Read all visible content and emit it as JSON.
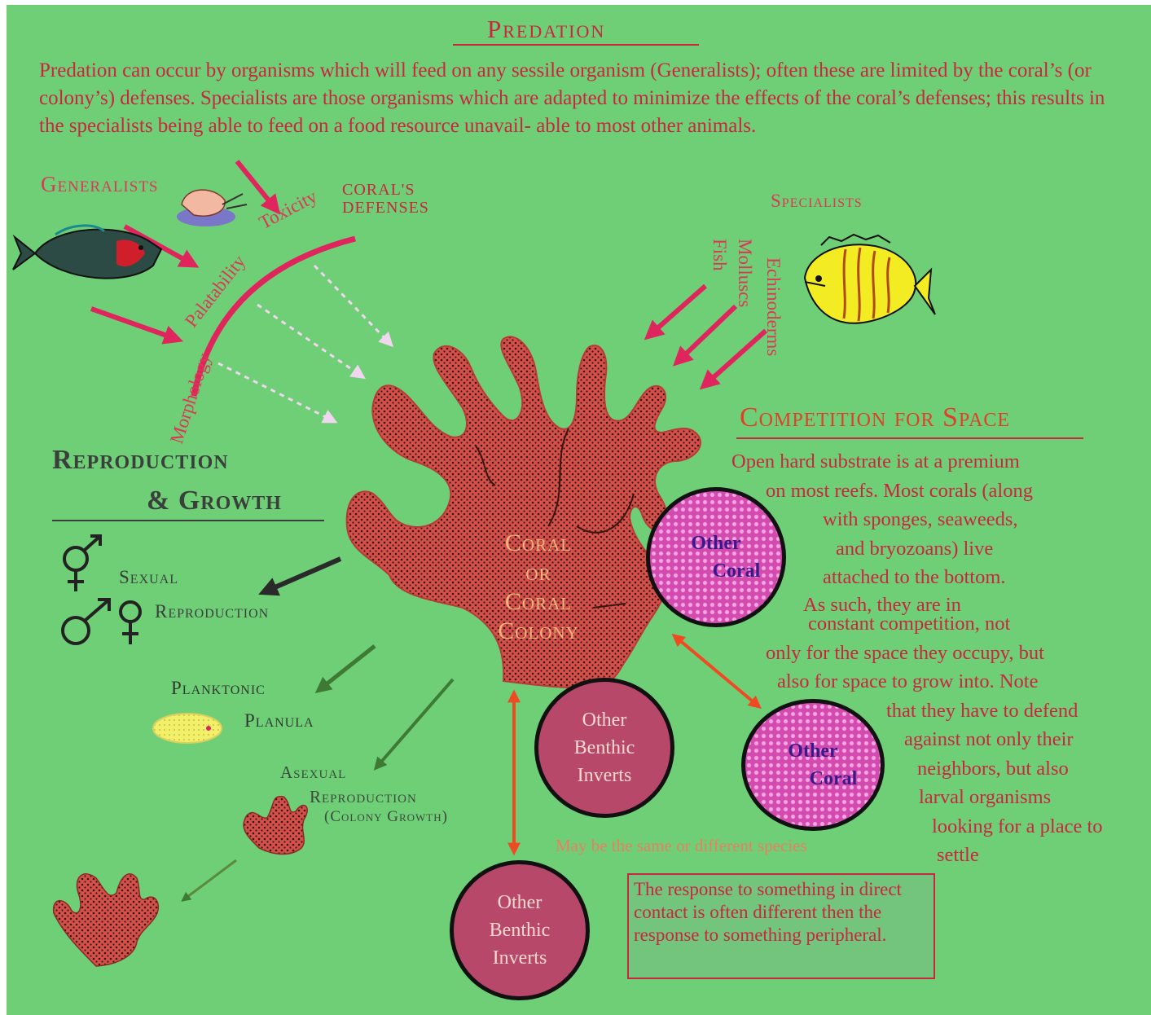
{
  "title": "Predation",
  "intro": "Predation can occur by organisms which will feed on any sessile organism (Generalists); often these are limited by the coral’s (or colony’s) defenses. Specialists are those organisms which are adapted to minimize the effects of the coral’s defenses; this results in the specialists being able to feed on a food resource unavail- able to most other animals.",
  "generalists": "Generalists",
  "defenses": {
    "label_line1": "CORAL'S",
    "label_line2": "DEFENSES",
    "toxicity": "Toxicity",
    "palatability": "Palatability",
    "morphology": "Morphology"
  },
  "specialists": {
    "label": "Specialists",
    "groups": [
      "Fish",
      "Molluscs",
      "Echinoderms"
    ]
  },
  "center": {
    "line1": "Coral",
    "line2": "or",
    "line3": "Coral",
    "line4": "Colony"
  },
  "reproduction": {
    "heading_line1": "Reproduction",
    "heading_line2": "& Growth",
    "sexual_line1": "Sexual",
    "sexual_line2": "Reproduction",
    "planktonic_line1": "Planktonic",
    "planktonic_line2": "Planula",
    "asexual_line1": "Asexual",
    "asexual_line2": "Reproduction",
    "asexual_line3": "(Colony Growth)"
  },
  "competition": {
    "heading": "Competition for Space",
    "lines": [
      "Open hard substrate is at a  premium",
      "on  most reefs. Most  corals (along",
      "with sponges, seaweeds,",
      "and bryozoans) live",
      "attached to the bottom.",
      "As such, they are in",
      "constant competition, not",
      "only for the space they occupy, but",
      "also for space to grow into. Note",
      "that  they have to defend",
      "against not only their",
      "neighbors, but also",
      "larval organisms",
      "looking for a place to",
      "settle"
    ]
  },
  "circles": {
    "coral_a": [
      "Other",
      "Coral"
    ],
    "coral_b": [
      "Other",
      "Coral"
    ],
    "benthic_a": [
      "Other",
      "Benthic",
      "Inverts"
    ],
    "benthic_b": [
      "Other",
      "Benthic",
      "Inverts"
    ]
  },
  "same_species_label": "May be the same or different species",
  "note_box": "The response to something in direct contact is often different then the response to something peripheral.",
  "colors": {
    "background": "#6fcf77",
    "text_red": "#c8273f",
    "arrow_pink": "#e0245e",
    "coral_fill": "#d4504a",
    "arrow_orange": "#f04a23",
    "arrow_dark": "#2a2a2a",
    "arrow_green": "#3f7a35"
  },
  "icons": [
    "fish-generalist-icon",
    "snail-icon",
    "butterflyfish-icon",
    "male-female-symbols-icon",
    "planula-larva-icon",
    "small-coral-icon"
  ]
}
